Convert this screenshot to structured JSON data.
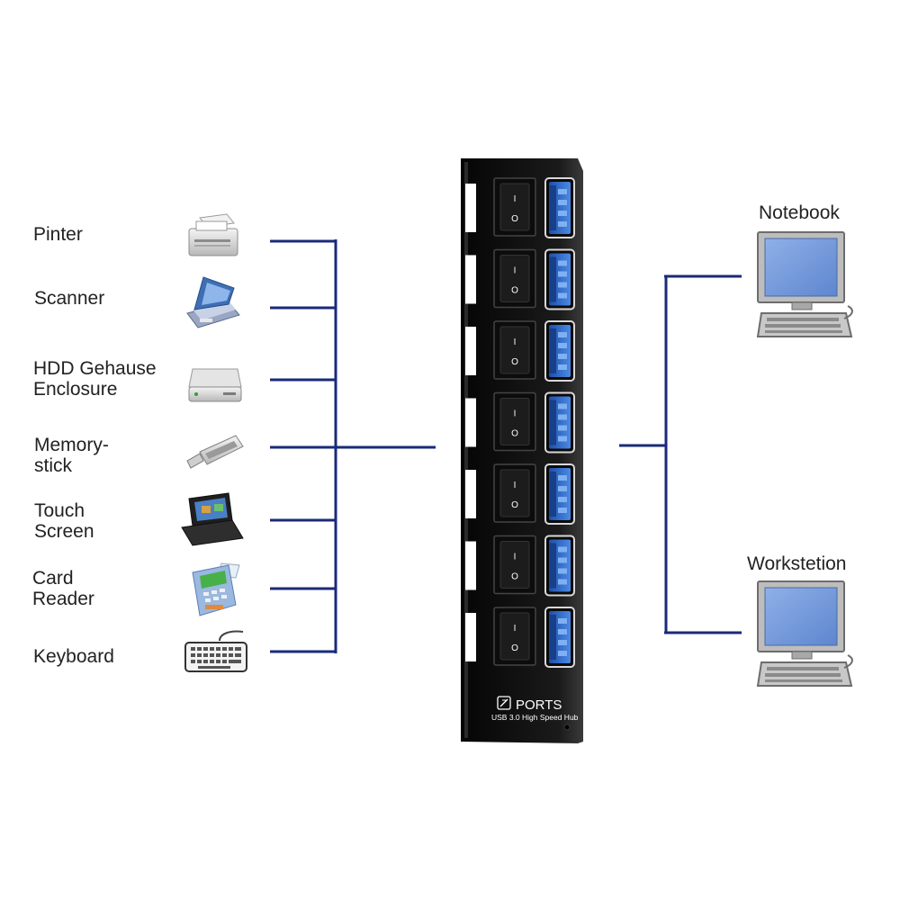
{
  "devices": [
    {
      "label": "Pinter",
      "icon": "printer-icon"
    },
    {
      "label": "Scanner",
      "icon": "scanner-icon"
    },
    {
      "label": "HDD Gehause\nEnclosure",
      "icon": "hdd-enclosure-icon"
    },
    {
      "label": "Memory-\nstick",
      "icon": "usb-memory-stick-icon"
    },
    {
      "label": "Touch\nScreen",
      "icon": "touch-screen-terminal-icon"
    },
    {
      "label": "Card\nReader",
      "icon": "card-reader-icon"
    },
    {
      "label": "Keyboard",
      "icon": "keyboard-icon"
    }
  ],
  "hosts": [
    {
      "label": "Notebook",
      "icon": "computer-monitor-icon"
    },
    {
      "label": "Workstetion",
      "icon": "computer-monitor-icon"
    }
  ],
  "hub": {
    "title": "PORTS",
    "subtitle": "USB 3.0 High Speed  Hub",
    "port_count": 7,
    "switch_on": "I",
    "switch_off": "O"
  },
  "colors": {
    "connector_line": "#1a2a7a",
    "hub_body": "#111111",
    "usb_port_blue": "#2f6fd0",
    "hub_led": "#ffffff"
  }
}
